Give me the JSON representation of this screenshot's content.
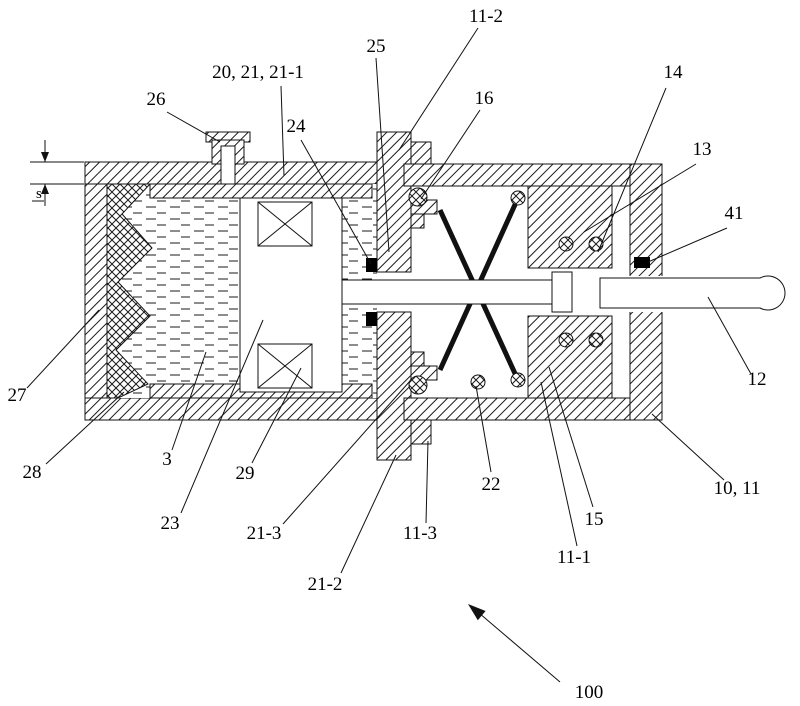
{
  "labels": {
    "l11_2": "11-2",
    "l25": "25",
    "l16": "16",
    "l14": "14",
    "l13": "13",
    "l41": "41",
    "l12": "12",
    "l10_11": "10, 11",
    "l20_21_21_1": "20, 21, 21-1",
    "l26": "26",
    "l24": "24",
    "l27": "27",
    "l28": "28",
    "l3": "3",
    "l23": "23",
    "l29": "29",
    "l21_3": "21-3",
    "l11_3": "11-3",
    "l21_2": "21-2",
    "l22": "22",
    "l15": "15",
    "l11_1": "11-1",
    "l100": "100",
    "s": "s"
  }
}
